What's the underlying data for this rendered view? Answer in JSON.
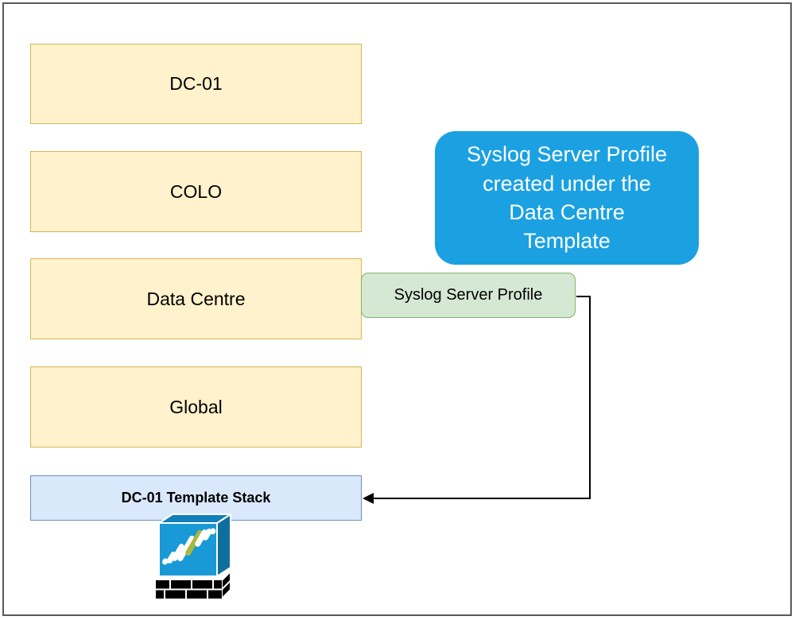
{
  "diagram": {
    "hierarchy_boxes": [
      {
        "label": "DC-01"
      },
      {
        "label": "COLO"
      },
      {
        "label": "Data Centre"
      },
      {
        "label": "Global"
      }
    ],
    "template_stack_label": "DC-01 Template Stack",
    "profile_label": "Syslog Server Profile",
    "callout_text": "Syslog Server Profile created under the Data Centre Template",
    "icons": {
      "firewall": "palo-alto-firewall-icon"
    },
    "colors": {
      "hierarchy_fill": "#FFF2CC",
      "hierarchy_border": "#D6B656",
      "stack_fill": "#DAE8FC",
      "stack_border": "#6C8EBF",
      "profile_fill": "#D5E8D4",
      "profile_border": "#82B366",
      "callout_fill": "#1BA1E2",
      "callout_text_color": "#FFFFFF",
      "connector": "#000000",
      "firewall_front": "#1999D6",
      "firewall_top": "#1280B8",
      "firewall_side": "#0E6F9E",
      "firewall_accent_bar": "#A6B83D",
      "frame_border": "#595959"
    }
  }
}
